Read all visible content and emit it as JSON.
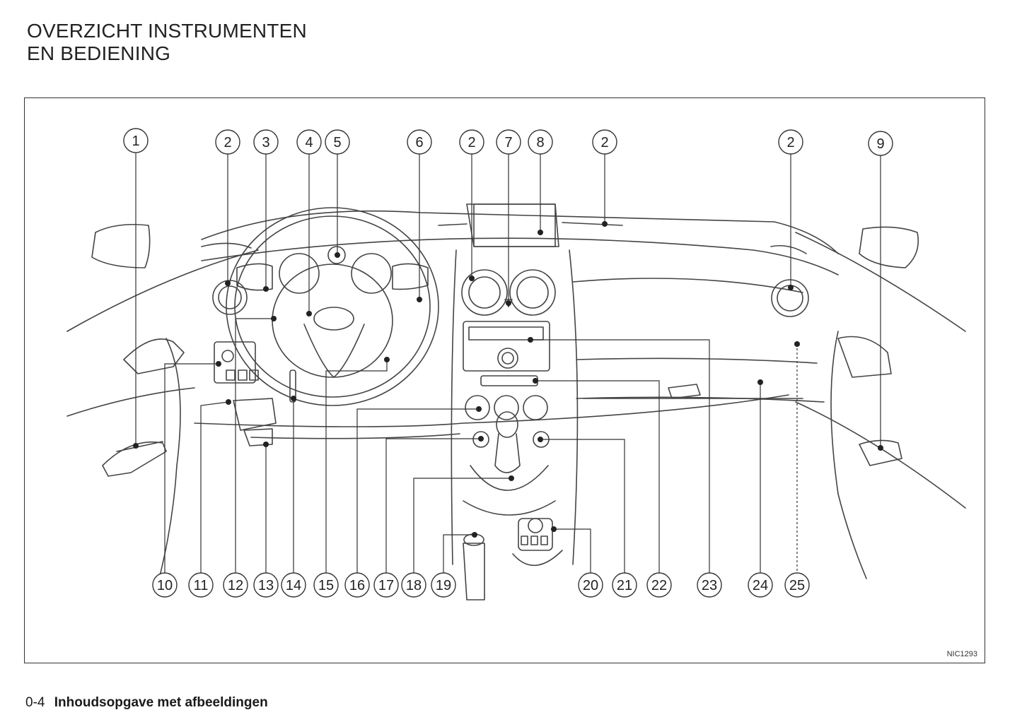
{
  "page": {
    "title_line1": "OVERZICHT INSTRUMENTEN",
    "title_line2": "EN BEDIENING",
    "figure_code": "NIC1293",
    "footer_page": "0-4",
    "footer_section": "Inhoudsopgave met afbeeldingen"
  },
  "callouts_top": [
    "1",
    "2",
    "3",
    "4",
    "5",
    "6",
    "2",
    "7",
    "8",
    "2",
    "2",
    "9"
  ],
  "callouts_bottom": [
    "10",
    "11",
    "12",
    "13",
    "14",
    "15",
    "16",
    "17",
    "18",
    "19",
    "20",
    "21",
    "22",
    "23",
    "24",
    "25"
  ]
}
